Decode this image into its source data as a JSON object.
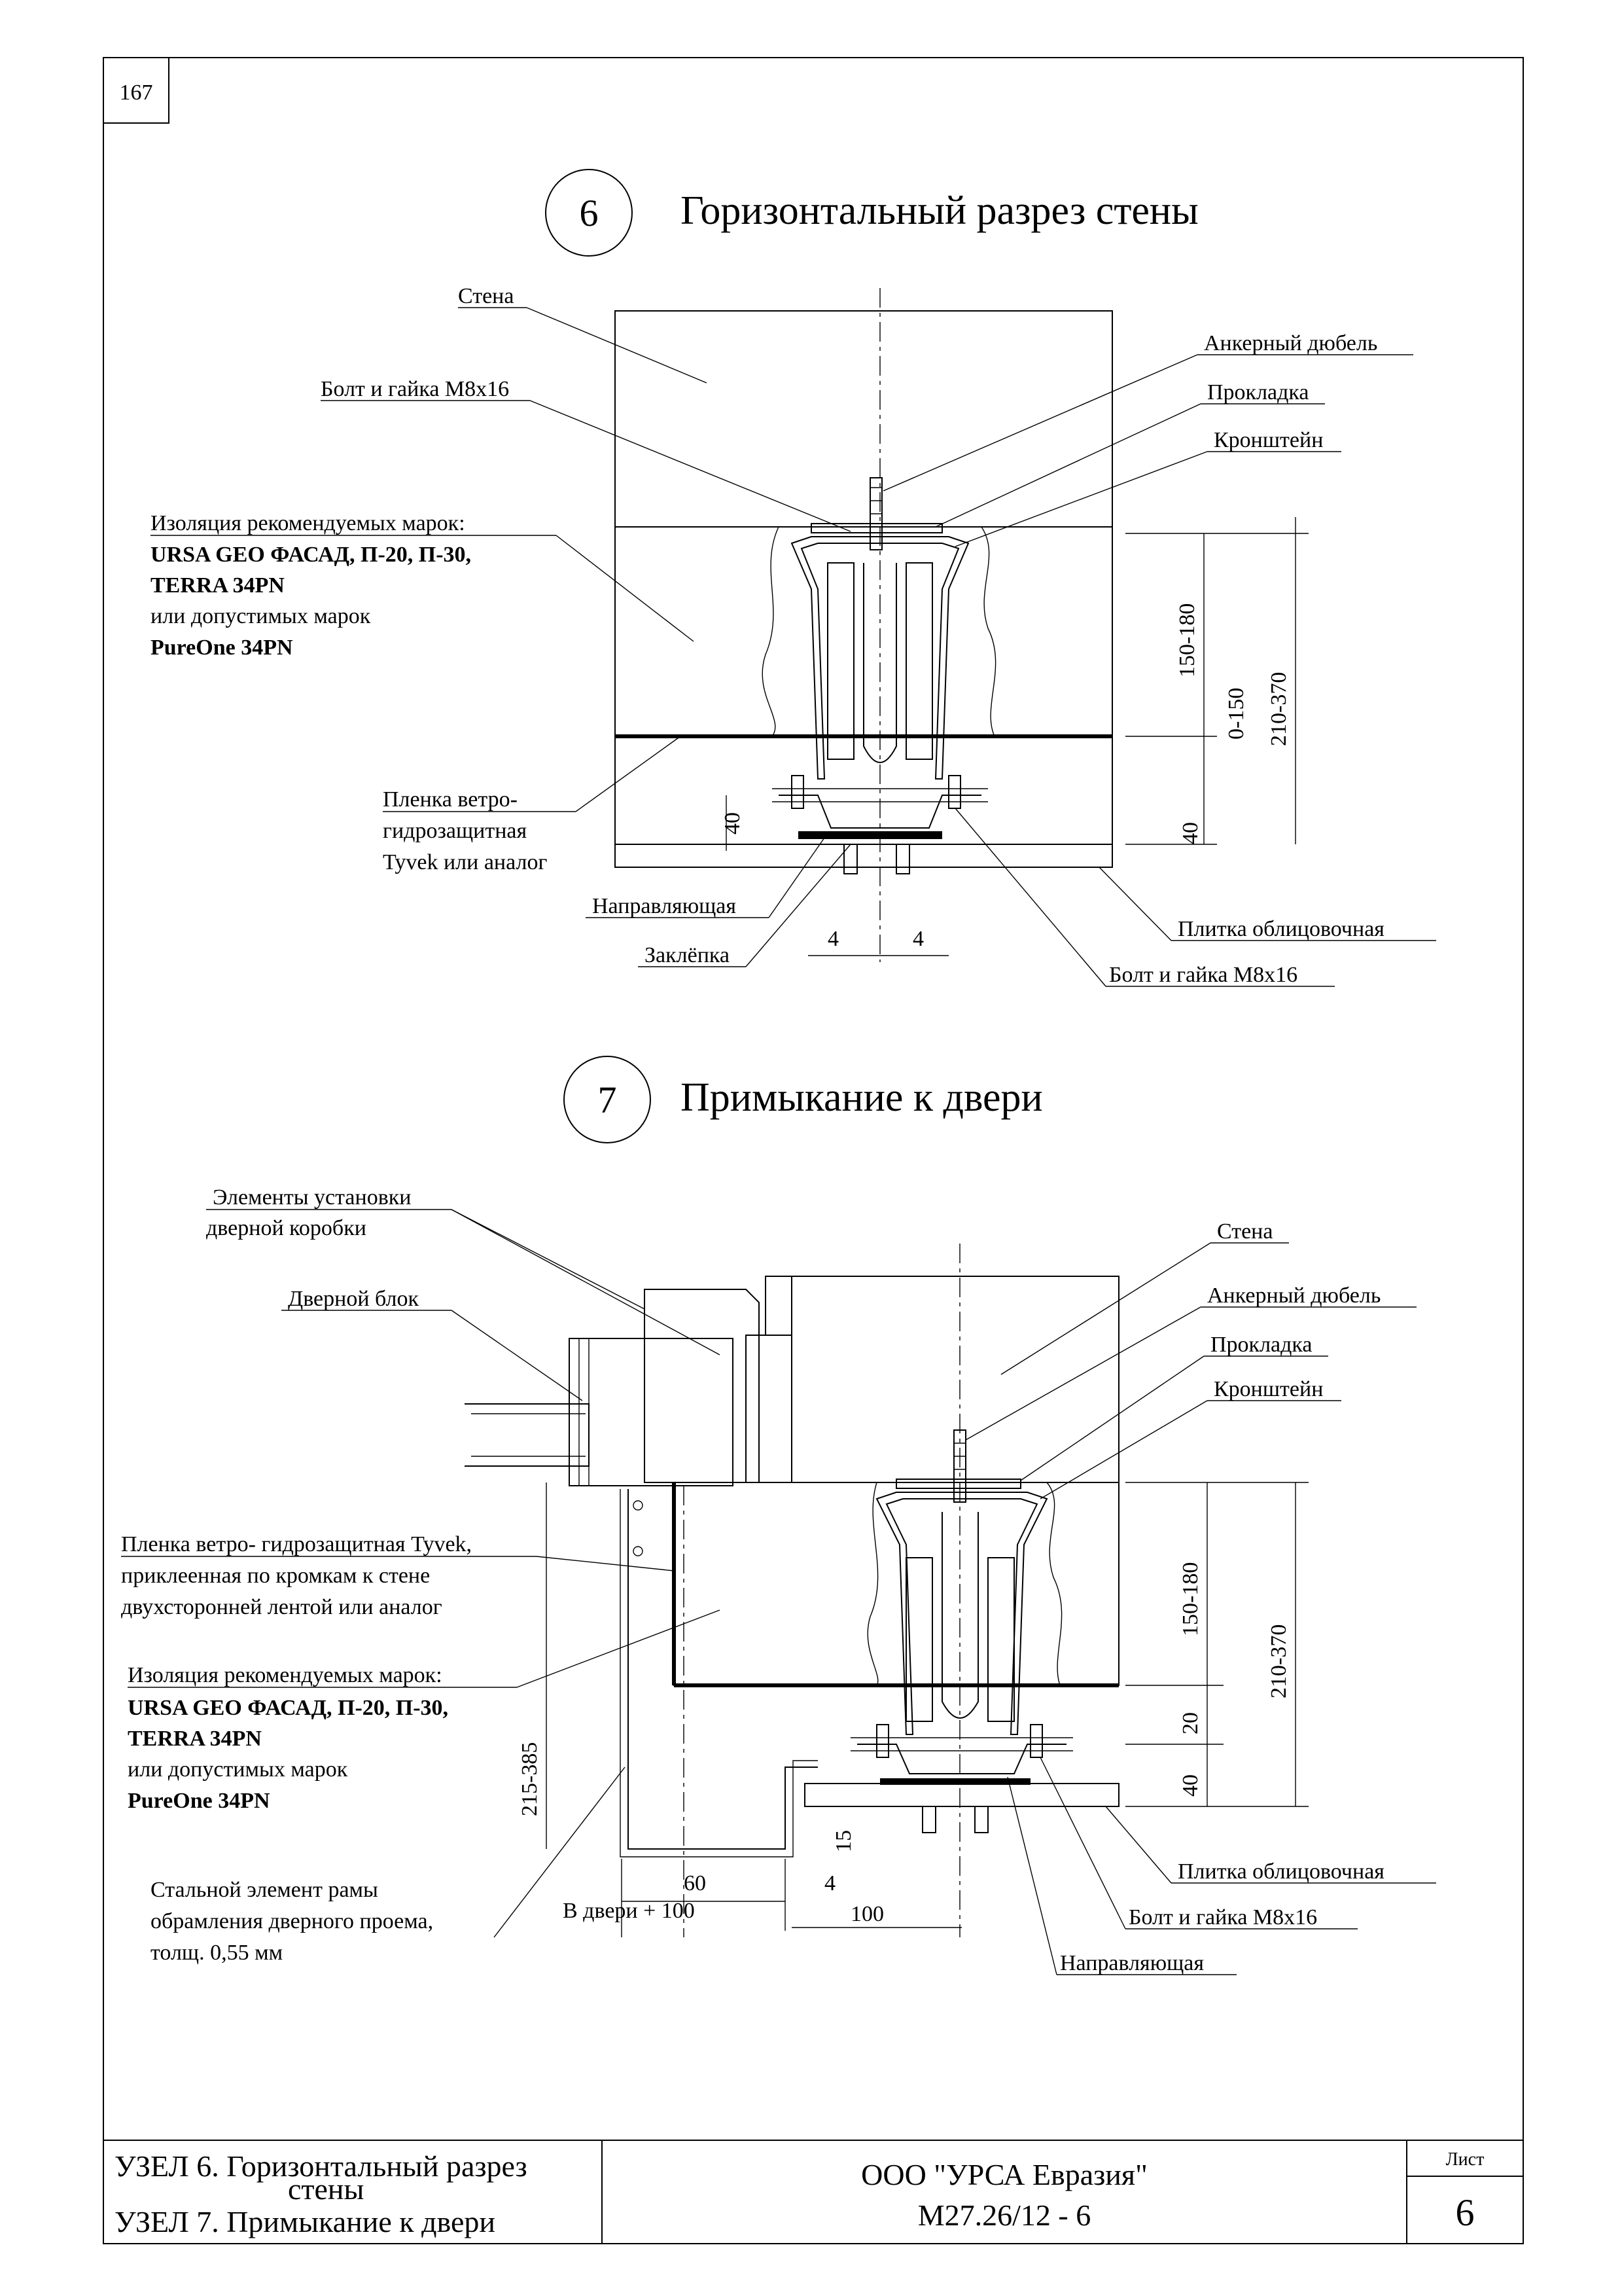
{
  "sheet": {
    "page_number": "167"
  },
  "node6": {
    "number": "6",
    "title": "Горизонтальный разрез стены",
    "labels": {
      "wall": "Стена",
      "bolt_top": "Болт и гайка М8х16",
      "anchor": "Анкерный дюбель",
      "gasket": "Прокладка",
      "bracket": "Кронштейн",
      "insul_1": "Изоляция рекомендуемых марок:",
      "insul_2": "URSA GEO ФАСАД, П-20, П-30,",
      "insul_3": "TERRA 34PN",
      "insul_4": "или допустимых марок",
      "insul_5": "PureOne 34PN",
      "film_1": "Пленка ветро-",
      "film_2": "гидрозащитная",
      "film_3": "Tyvek или аналог",
      "guide": "Направляющая",
      "rivet": "Заклёпка",
      "tile": "Плитка облицовочная",
      "bolt_bottom": "Болт и гайка М8х16"
    },
    "dims": {
      "d150_180": "150-180",
      "d0_150": "0-150",
      "d210_370": "210-370",
      "d40_left": "40",
      "d40_right": "40",
      "d4_left": "4",
      "d4_right": "4"
    }
  },
  "node7": {
    "number": "7",
    "title": "Примыкание к двери",
    "labels": {
      "door_elems_1": "Элементы установки",
      "door_elems_2": "дверной коробки",
      "door_block": "Дверной блок",
      "wall": "Стена",
      "anchor": "Анкерный дюбель",
      "gasket": "Прокладка",
      "bracket": "Кронштейн",
      "film_1": "Пленка ветро- гидрозащитная Tyvek,",
      "film_2": "приклеенная по кромкам к стене",
      "film_3": "двухсторонней лентой или аналог",
      "insul_1": "Изоляция рекомендуемых марок:",
      "insul_2": "URSA GEO ФАСАД, П-20, П-30,",
      "insul_3": "TERRA 34PN",
      "insul_4": "или допустимых марок",
      "insul_5": "PureOne 34PN",
      "steel_1": "Стальной элемент рамы",
      "steel_2": "обрамления  дверного проема,",
      "steel_3": "толщ. 0,55 мм",
      "tile": "Плитка облицовочная",
      "bolt": "Болт и гайка М8х16",
      "guide": "Направляющая",
      "door_plus": "В двери + 100"
    },
    "dims": {
      "d150_180": "150-180",
      "d210_370": "210-370",
      "d20": "20",
      "d40": "40",
      "d215_385": "215-385",
      "d15": "15",
      "d60": "60",
      "d4": "4",
      "d100": "100"
    }
  },
  "title_block": {
    "line1": "УЗЕЛ 6. Горизонтальный разрез",
    "line2": "стены",
    "line3": "УЗЕЛ 7. Примыкание к двери",
    "company": "ООО \"УРСА Евразия\"",
    "code": "М27.26/12 - 6",
    "sheet_label": "Лист",
    "sheet_number": "6"
  }
}
